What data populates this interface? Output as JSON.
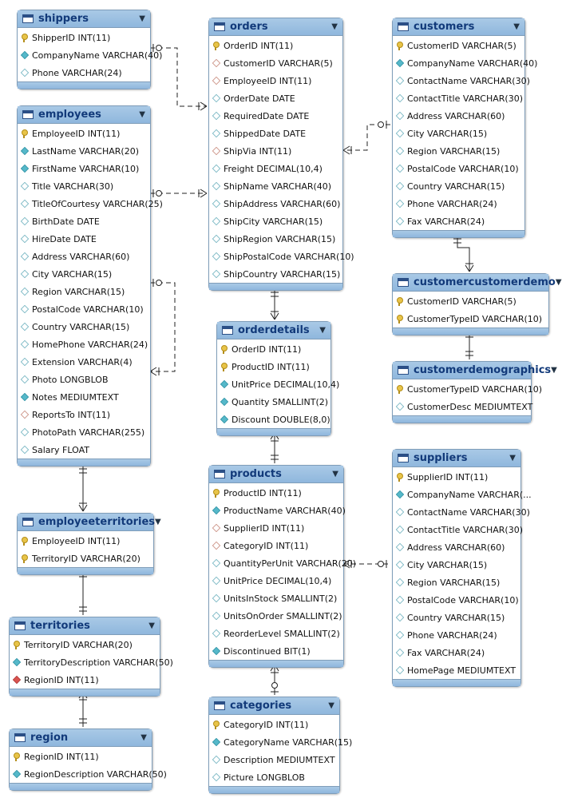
{
  "tables": [
    {
      "id": "shippers",
      "name": "shippers",
      "columns": [
        {
          "label": "ShipperID INT(11)",
          "icon": "key"
        },
        {
          "label": "CompanyName VARCHAR(40)",
          "icon": "nn"
        },
        {
          "label": "Phone VARCHAR(24)",
          "icon": "col"
        }
      ]
    },
    {
      "id": "employees",
      "name": "employees",
      "columns": [
        {
          "label": "EmployeeID INT(11)",
          "icon": "key"
        },
        {
          "label": "LastName VARCHAR(20)",
          "icon": "nn"
        },
        {
          "label": "FirstName VARCHAR(10)",
          "icon": "nn"
        },
        {
          "label": "Title VARCHAR(30)",
          "icon": "col"
        },
        {
          "label": "TitleOfCourtesy VARCHAR(25)",
          "icon": "col"
        },
        {
          "label": "BirthDate DATE",
          "icon": "col"
        },
        {
          "label": "HireDate DATE",
          "icon": "col"
        },
        {
          "label": "Address VARCHAR(60)",
          "icon": "col"
        },
        {
          "label": "City VARCHAR(15)",
          "icon": "col"
        },
        {
          "label": "Region VARCHAR(15)",
          "icon": "col"
        },
        {
          "label": "PostalCode VARCHAR(10)",
          "icon": "col"
        },
        {
          "label": "Country VARCHAR(15)",
          "icon": "col"
        },
        {
          "label": "HomePhone VARCHAR(24)",
          "icon": "col"
        },
        {
          "label": "Extension VARCHAR(4)",
          "icon": "col"
        },
        {
          "label": "Photo LONGBLOB",
          "icon": "col"
        },
        {
          "label": "Notes MEDIUMTEXT",
          "icon": "nn"
        },
        {
          "label": "ReportsTo INT(11)",
          "icon": "fk"
        },
        {
          "label": "PhotoPath VARCHAR(255)",
          "icon": "col"
        },
        {
          "label": "Salary FLOAT",
          "icon": "col"
        }
      ]
    },
    {
      "id": "orders",
      "name": "orders",
      "columns": [
        {
          "label": "OrderID INT(11)",
          "icon": "key"
        },
        {
          "label": "CustomerID VARCHAR(5)",
          "icon": "fk"
        },
        {
          "label": "EmployeeID INT(11)",
          "icon": "fk"
        },
        {
          "label": "OrderDate DATE",
          "icon": "col"
        },
        {
          "label": "RequiredDate DATE",
          "icon": "col"
        },
        {
          "label": "ShippedDate DATE",
          "icon": "col"
        },
        {
          "label": "ShipVia INT(11)",
          "icon": "fk"
        },
        {
          "label": "Freight DECIMAL(10,4)",
          "icon": "col"
        },
        {
          "label": "ShipName VARCHAR(40)",
          "icon": "col"
        },
        {
          "label": "ShipAddress VARCHAR(60)",
          "icon": "col"
        },
        {
          "label": "ShipCity VARCHAR(15)",
          "icon": "col"
        },
        {
          "label": "ShipRegion VARCHAR(15)",
          "icon": "col"
        },
        {
          "label": "ShipPostalCode VARCHAR(10)",
          "icon": "col"
        },
        {
          "label": "ShipCountry VARCHAR(15)",
          "icon": "col"
        }
      ]
    },
    {
      "id": "customers",
      "name": "customers",
      "columns": [
        {
          "label": "CustomerID VARCHAR(5)",
          "icon": "key"
        },
        {
          "label": "CompanyName VARCHAR(40)",
          "icon": "nn"
        },
        {
          "label": "ContactName VARCHAR(30)",
          "icon": "col"
        },
        {
          "label": "ContactTitle VARCHAR(30)",
          "icon": "col"
        },
        {
          "label": "Address VARCHAR(60)",
          "icon": "col"
        },
        {
          "label": "City VARCHAR(15)",
          "icon": "col"
        },
        {
          "label": "Region VARCHAR(15)",
          "icon": "col"
        },
        {
          "label": "PostalCode VARCHAR(10)",
          "icon": "col"
        },
        {
          "label": "Country VARCHAR(15)",
          "icon": "col"
        },
        {
          "label": "Phone VARCHAR(24)",
          "icon": "col"
        },
        {
          "label": "Fax VARCHAR(24)",
          "icon": "col"
        }
      ]
    },
    {
      "id": "customercustomerdemo",
      "name": "customercustomerdemo",
      "columns": [
        {
          "label": "CustomerID VARCHAR(5)",
          "icon": "key"
        },
        {
          "label": "CustomerTypeID VARCHAR(10)",
          "icon": "key"
        }
      ]
    },
    {
      "id": "customerdemographics",
      "name": "customerdemographics",
      "columns": [
        {
          "label": "CustomerTypeID VARCHAR(10)",
          "icon": "key"
        },
        {
          "label": "CustomerDesc MEDIUMTEXT",
          "icon": "col"
        }
      ]
    },
    {
      "id": "orderdetails",
      "name": "orderdetails",
      "columns": [
        {
          "label": "OrderID INT(11)",
          "icon": "key"
        },
        {
          "label": "ProductID INT(11)",
          "icon": "key"
        },
        {
          "label": "UnitPrice DECIMAL(10,4)",
          "icon": "nn"
        },
        {
          "label": "Quantity SMALLINT(2)",
          "icon": "nn"
        },
        {
          "label": "Discount DOUBLE(8,0)",
          "icon": "nn"
        }
      ]
    },
    {
      "id": "products",
      "name": "products",
      "columns": [
        {
          "label": "ProductID INT(11)",
          "icon": "key"
        },
        {
          "label": "ProductName VARCHAR(40)",
          "icon": "nn"
        },
        {
          "label": "SupplierID INT(11)",
          "icon": "fk"
        },
        {
          "label": "CategoryID INT(11)",
          "icon": "fk"
        },
        {
          "label": "QuantityPerUnit VARCHAR(20)",
          "icon": "col"
        },
        {
          "label": "UnitPrice DECIMAL(10,4)",
          "icon": "col"
        },
        {
          "label": "UnitsInStock SMALLINT(2)",
          "icon": "col"
        },
        {
          "label": "UnitsOnOrder SMALLINT(2)",
          "icon": "col"
        },
        {
          "label": "ReorderLevel SMALLINT(2)",
          "icon": "col"
        },
        {
          "label": "Discontinued BIT(1)",
          "icon": "nn"
        }
      ]
    },
    {
      "id": "suppliers",
      "name": "suppliers",
      "columns": [
        {
          "label": "SupplierID INT(11)",
          "icon": "key"
        },
        {
          "label": "CompanyName VARCHAR(...",
          "icon": "nn"
        },
        {
          "label": "ContactName VARCHAR(30)",
          "icon": "col"
        },
        {
          "label": "ContactTitle VARCHAR(30)",
          "icon": "col"
        },
        {
          "label": "Address VARCHAR(60)",
          "icon": "col"
        },
        {
          "label": "City VARCHAR(15)",
          "icon": "col"
        },
        {
          "label": "Region VARCHAR(15)",
          "icon": "col"
        },
        {
          "label": "PostalCode VARCHAR(10)",
          "icon": "col"
        },
        {
          "label": "Country VARCHAR(15)",
          "icon": "col"
        },
        {
          "label": "Phone VARCHAR(24)",
          "icon": "col"
        },
        {
          "label": "Fax VARCHAR(24)",
          "icon": "col"
        },
        {
          "label": "HomePage MEDIUMTEXT",
          "icon": "col"
        }
      ]
    },
    {
      "id": "employeeterritories",
      "name": "employeeterritories",
      "columns": [
        {
          "label": "EmployeeID INT(11)",
          "icon": "key"
        },
        {
          "label": "TerritoryID VARCHAR(20)",
          "icon": "key"
        }
      ]
    },
    {
      "id": "territories",
      "name": "territories",
      "columns": [
        {
          "label": "TerritoryID VARCHAR(20)",
          "icon": "key"
        },
        {
          "label": "TerritoryDescription VARCHAR(50)",
          "icon": "nn"
        },
        {
          "label": "RegionID INT(11)",
          "icon": "fknn"
        }
      ]
    },
    {
      "id": "categories",
      "name": "categories",
      "columns": [
        {
          "label": "CategoryID INT(11)",
          "icon": "key"
        },
        {
          "label": "CategoryName VARCHAR(15)",
          "icon": "nn"
        },
        {
          "label": "Description MEDIUMTEXT",
          "icon": "col"
        },
        {
          "label": "Picture LONGBLOB",
          "icon": "col"
        }
      ]
    },
    {
      "id": "region",
      "name": "region",
      "columns": [
        {
          "label": "RegionID INT(11)",
          "icon": "key"
        },
        {
          "label": "RegionDescription VARCHAR(50)",
          "icon": "nn"
        }
      ]
    }
  ],
  "icons": {
    "table": "table-icon",
    "collapse": "collapse-arrow-icon",
    "primary_key": "key-icon",
    "not_null": "filled-diamond-icon",
    "nullable": "hollow-diamond-icon",
    "foreign_key": "foreign-key-diamond-icon"
  },
  "colors": {
    "header": "#9dc0e2",
    "border": "#7f9db9",
    "title": "#123a7a",
    "key": "#e8c448",
    "not_null": "#55b8c9",
    "foreign_key_nn": "#d9544f"
  }
}
